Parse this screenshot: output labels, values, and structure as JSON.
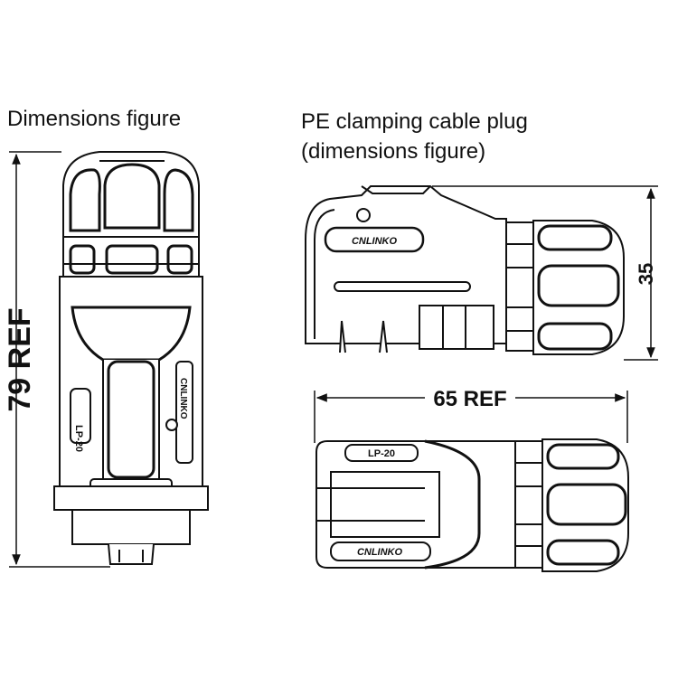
{
  "captions": {
    "left": "Dimensions figure",
    "right_line1": "PE clamping cable plug",
    "right_line2": "(dimensions figure)"
  },
  "dimensions": {
    "height": "79 REF",
    "side_height": "35",
    "length": "65 REF"
  },
  "markings": {
    "brand": "CNLINKO",
    "model": "LP-20"
  }
}
